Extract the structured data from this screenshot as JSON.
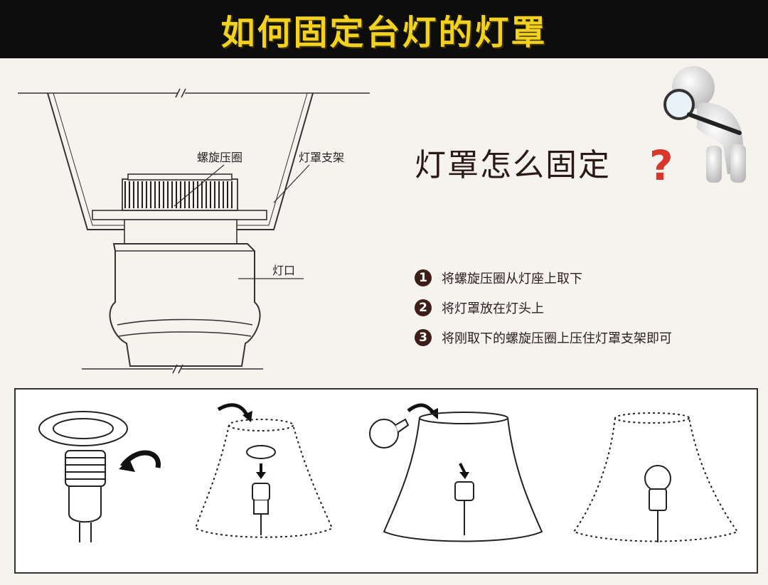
{
  "banner": {
    "title": "如何固定台灯的灯罩"
  },
  "diagram": {
    "label_ring": "螺旋压圈",
    "label_frame": "灯罩支架",
    "label_socket": "灯口"
  },
  "info": {
    "heading": "灯罩怎么固定"
  },
  "steps": [
    {
      "num": "1",
      "text": "将螺旋压圈从灯座上取下"
    },
    {
      "num": "2",
      "text": "将灯罩放在灯头上"
    },
    {
      "num": "3",
      "text": "将刚取下的螺旋压圈上压住灯罩支架即可"
    }
  ],
  "colors": {
    "banner_bg": "#0d0d0d",
    "banner_text": "#f3d21f",
    "question_mark": "#d9362b"
  }
}
